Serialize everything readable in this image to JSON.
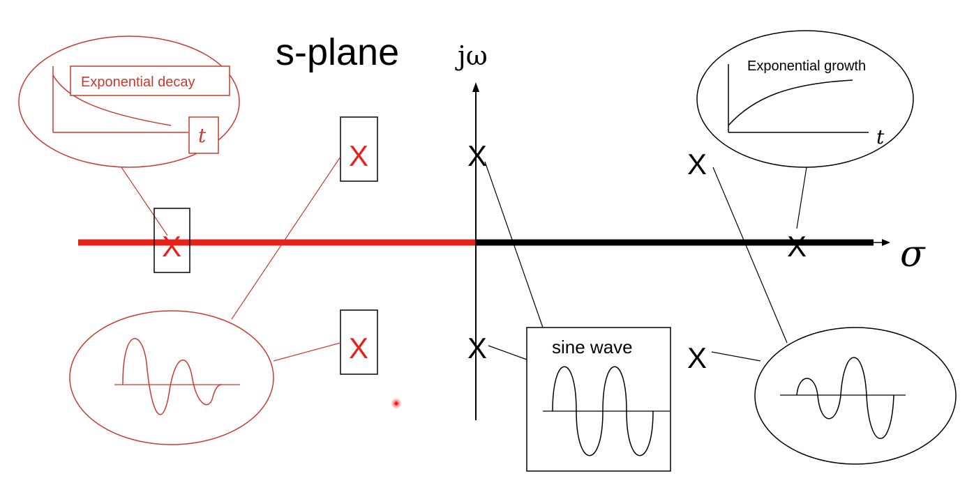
{
  "title": "s-plane",
  "axes": {
    "imag_label": "jω",
    "real_label": "σ"
  },
  "pole_marker": "X",
  "callouts": {
    "decay": {
      "label": "Exponential decay",
      "time_label": "t"
    },
    "growth": {
      "label": "Exponential growth",
      "time_label": "t"
    },
    "sine": {
      "label": "sine wave"
    }
  },
  "colors": {
    "stable": "#e8201a",
    "unstable": "#000000",
    "cursor": "#e8201a"
  }
}
